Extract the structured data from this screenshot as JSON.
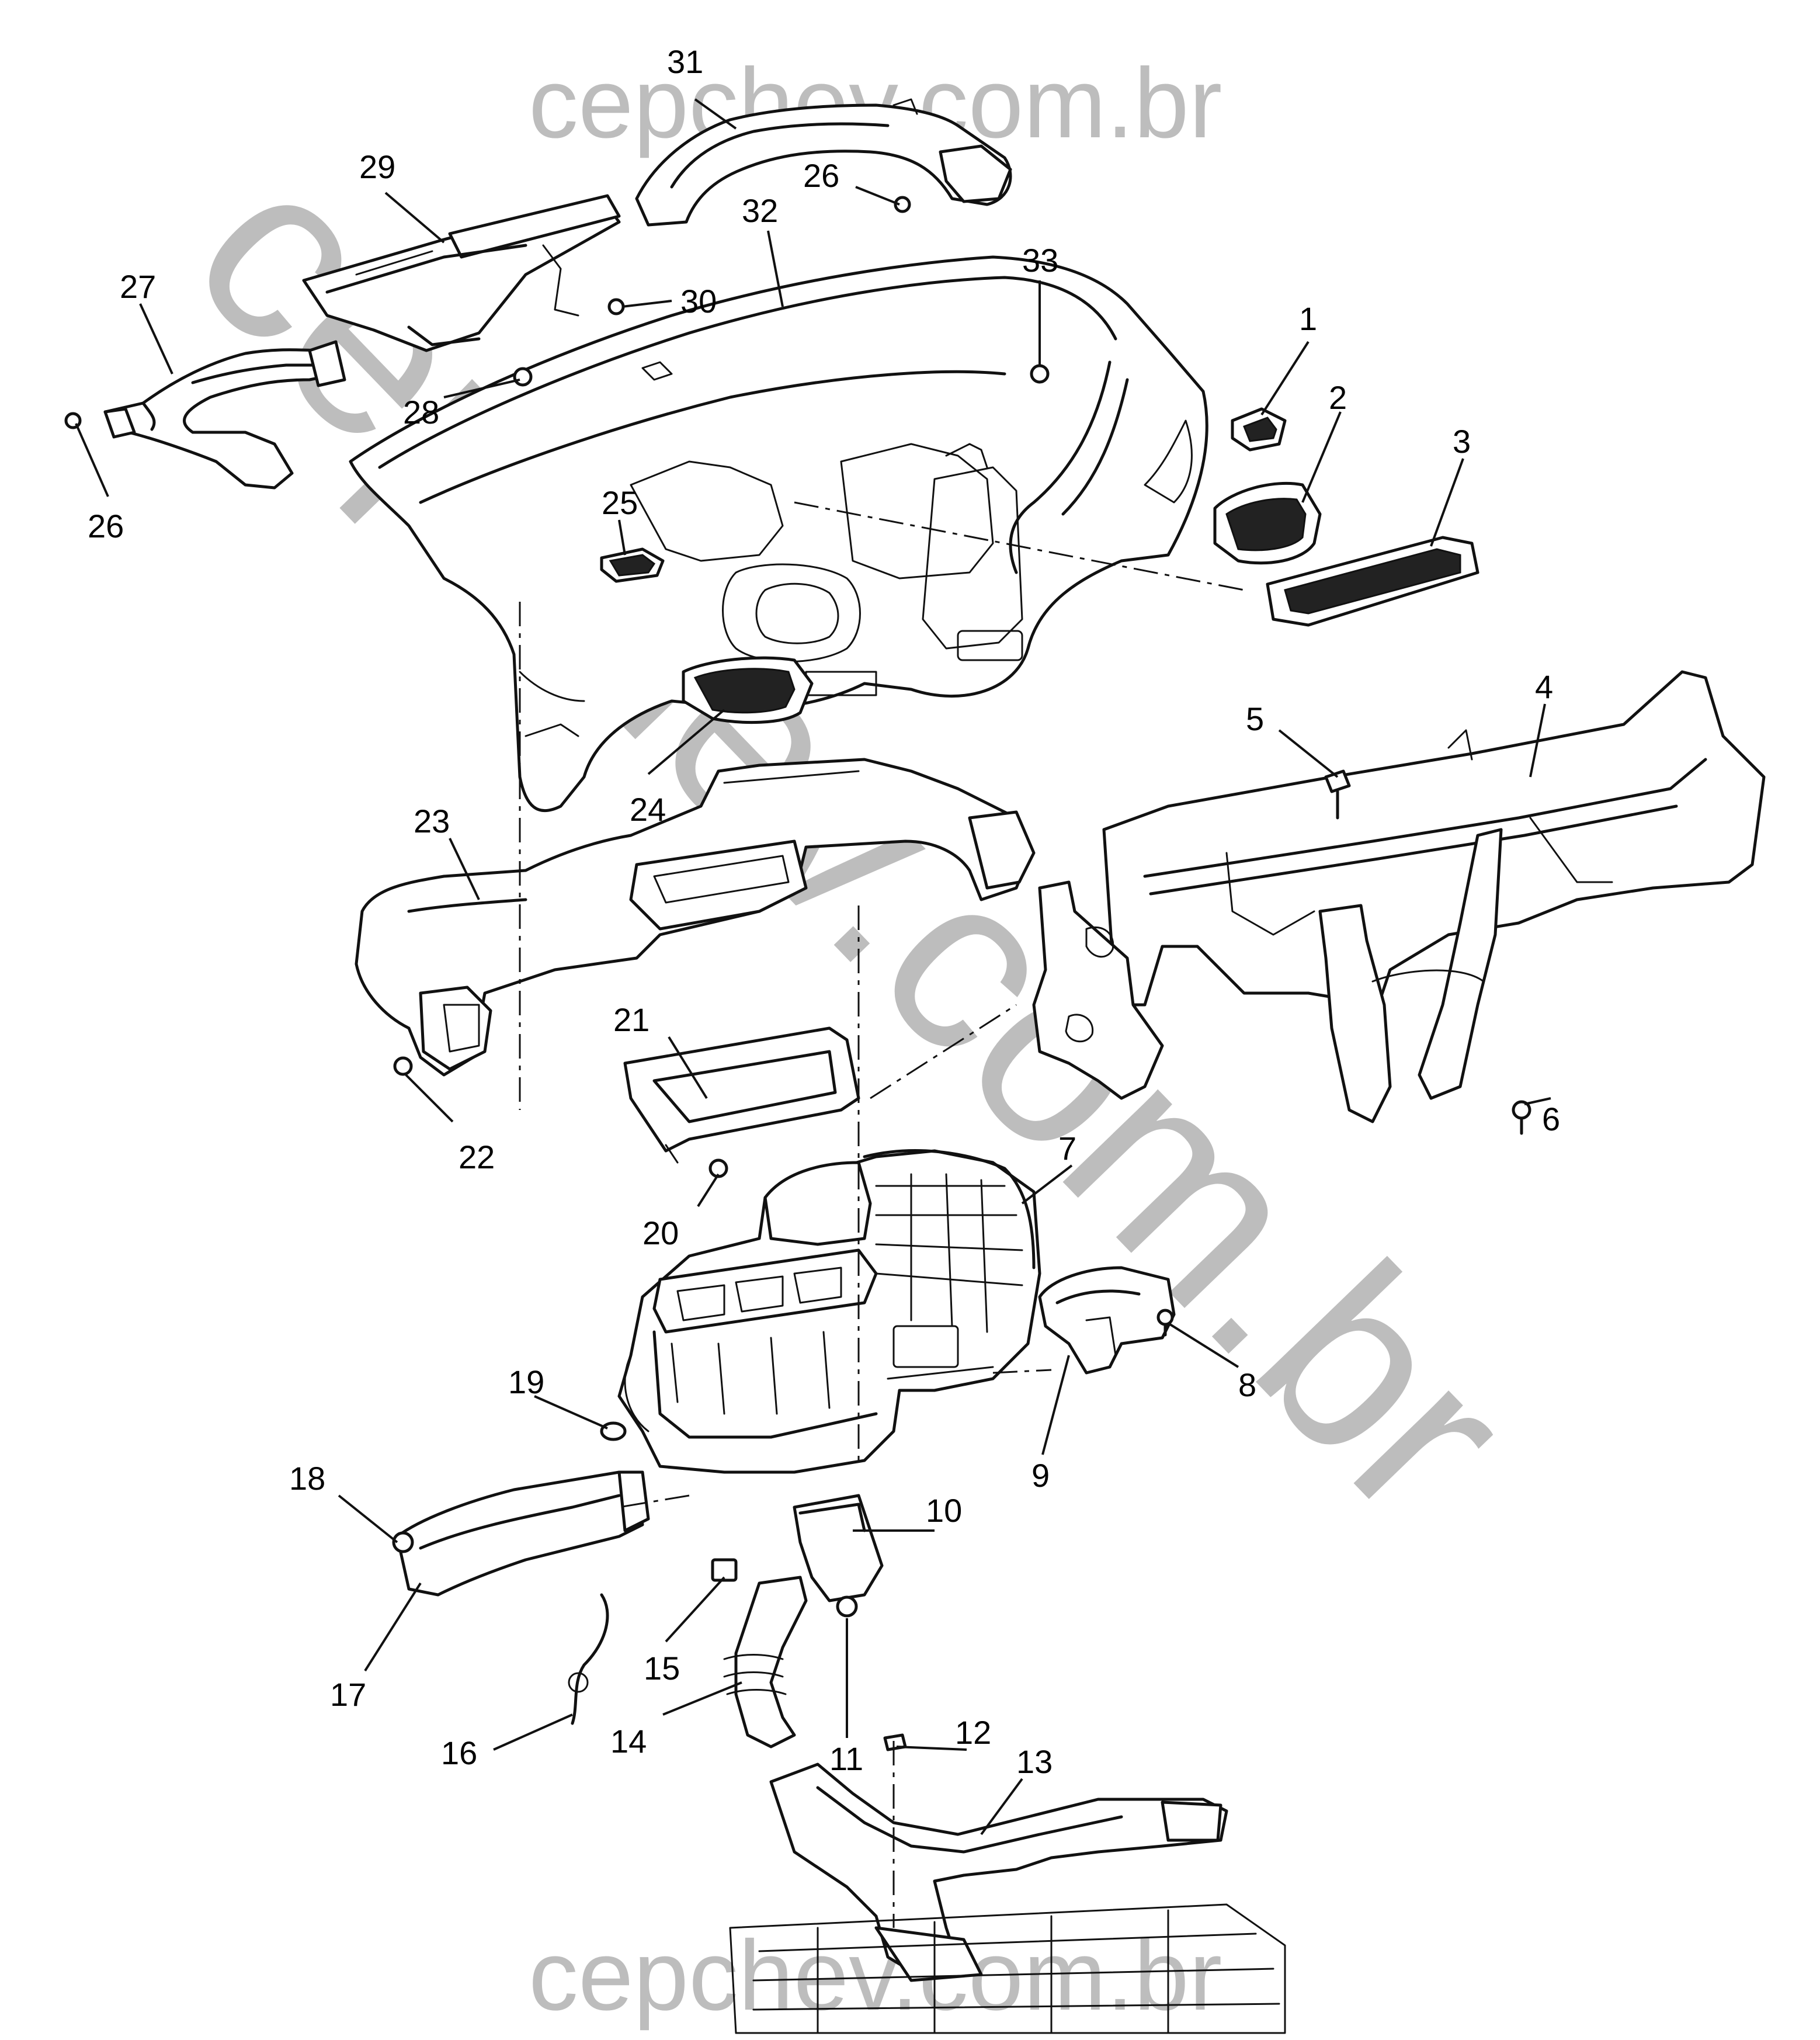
{
  "watermark": {
    "top": "cepchev.com.br",
    "diagonal": "cepchev.com.br",
    "bottom": "cepchev.com.br",
    "color": "#bdbdbd"
  },
  "callouts": [
    "1",
    "2",
    "3",
    "4",
    "5",
    "6",
    "7",
    "8",
    "9",
    "10",
    "11",
    "12",
    "13",
    "14",
    "15",
    "16",
    "17",
    "18",
    "19",
    "20",
    "21",
    "22",
    "23",
    "24",
    "25",
    "26",
    "26",
    "27",
    "28",
    "29",
    "30",
    "31",
    "32",
    "33"
  ]
}
